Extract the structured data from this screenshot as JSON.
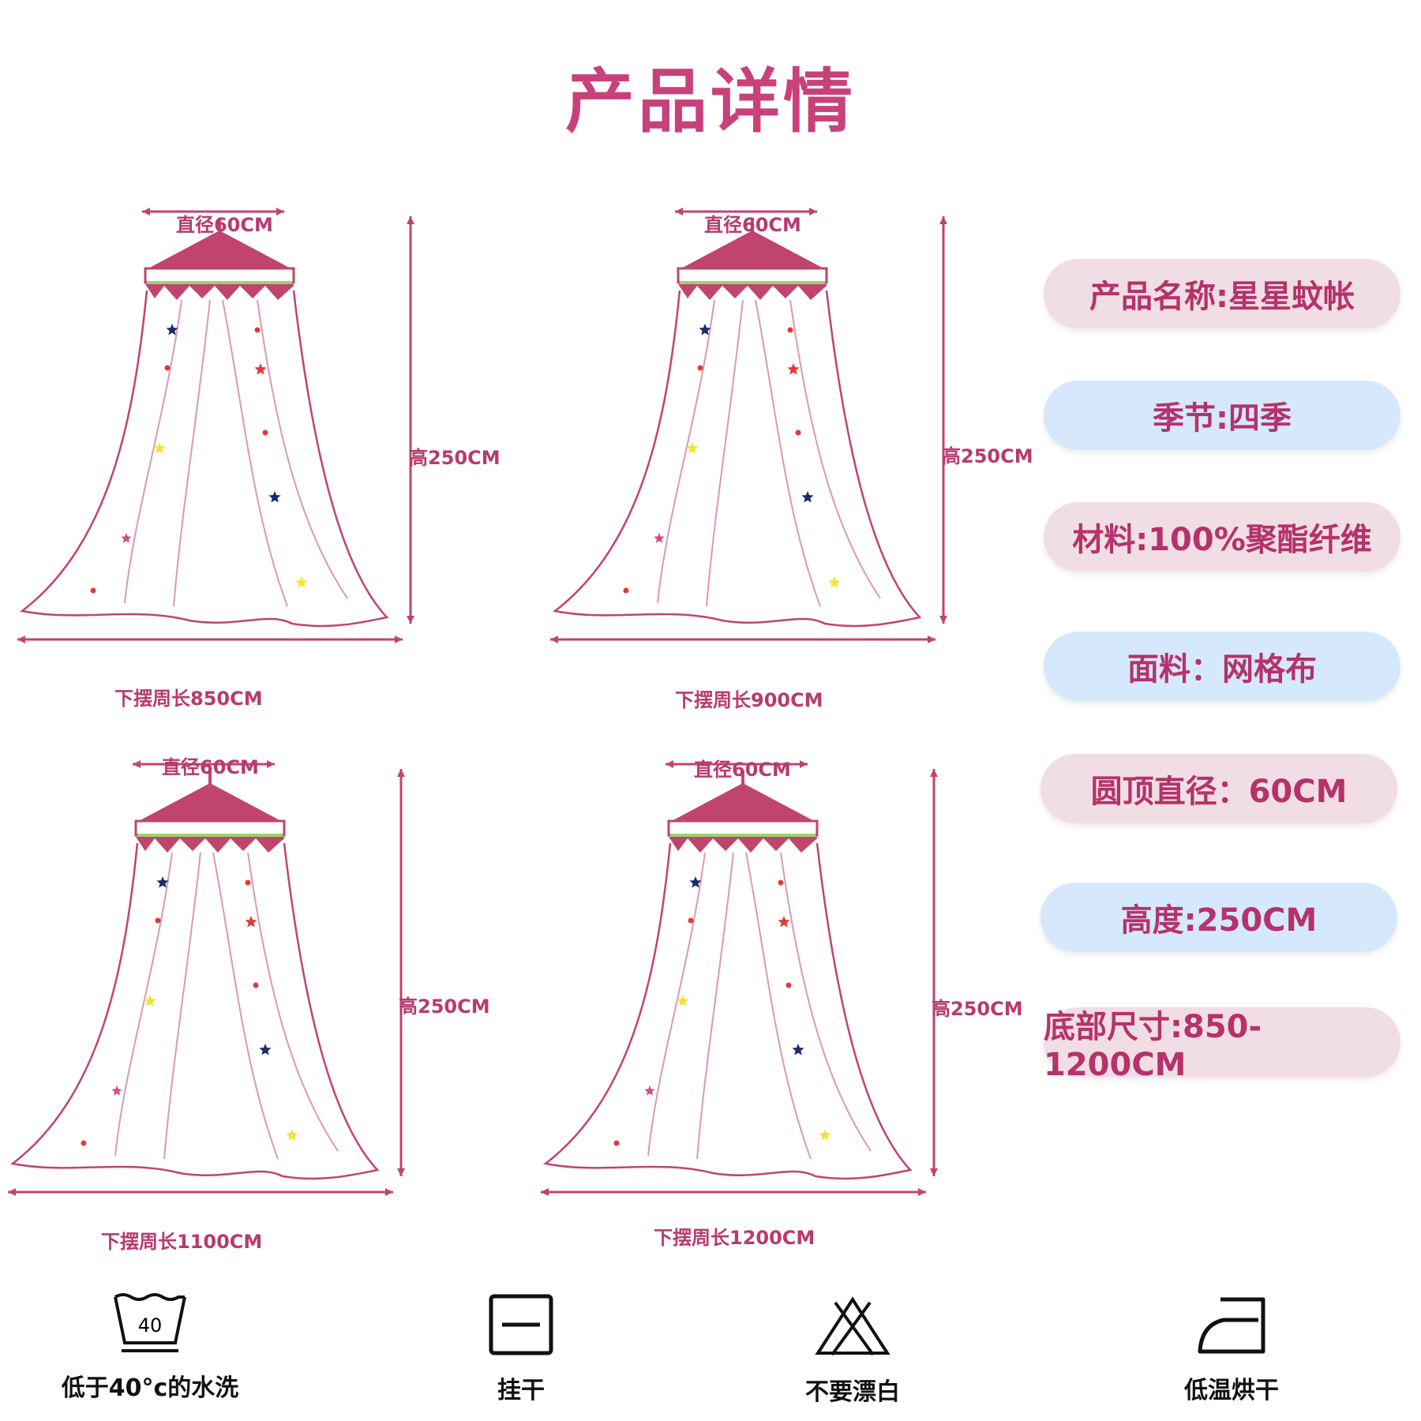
{
  "title": "产品详情",
  "canopies": [
    {
      "diameter": "直径60CM",
      "height": "高250CM",
      "hem": "下摆周长850CM"
    },
    {
      "diameter": "直径60CM",
      "height": "高250CM",
      "hem": "下摆周长900CM"
    },
    {
      "diameter": "直径60CM",
      "height": "高250CM",
      "hem": "下摆周长1100CM"
    },
    {
      "diameter": "直径60CM",
      "height": "高250CM",
      "hem": "下摆周长1200CM"
    }
  ],
  "specs": [
    {
      "text": "产品名称:星星蚊帐",
      "color": "pink"
    },
    {
      "text": "季节:四季",
      "color": "blue"
    },
    {
      "text": "材料:100%聚酯纤维",
      "color": "pink"
    },
    {
      "text": "面料：网格布",
      "color": "blue"
    },
    {
      "text": "圆顶直径：60CM",
      "color": "pink"
    },
    {
      "text": "高度:250CM",
      "color": "blue"
    },
    {
      "text": "底部尺寸:850-1200CM",
      "color": "pink"
    }
  ],
  "care": [
    {
      "label": "低于40°c的水洗",
      "icon": "wash-40-icon",
      "temp": "40"
    },
    {
      "label": "挂干",
      "icon": "line-dry-icon"
    },
    {
      "label": "不要漂白",
      "icon": "no-bleach-icon"
    },
    {
      "label": "低温烘干",
      "icon": "iron-low-icon"
    }
  ],
  "colors": {
    "accent": "#c8417a",
    "canopy": "#c1446f",
    "pill_pink": "#f1dde4",
    "pill_blue": "#d6e8fb"
  }
}
